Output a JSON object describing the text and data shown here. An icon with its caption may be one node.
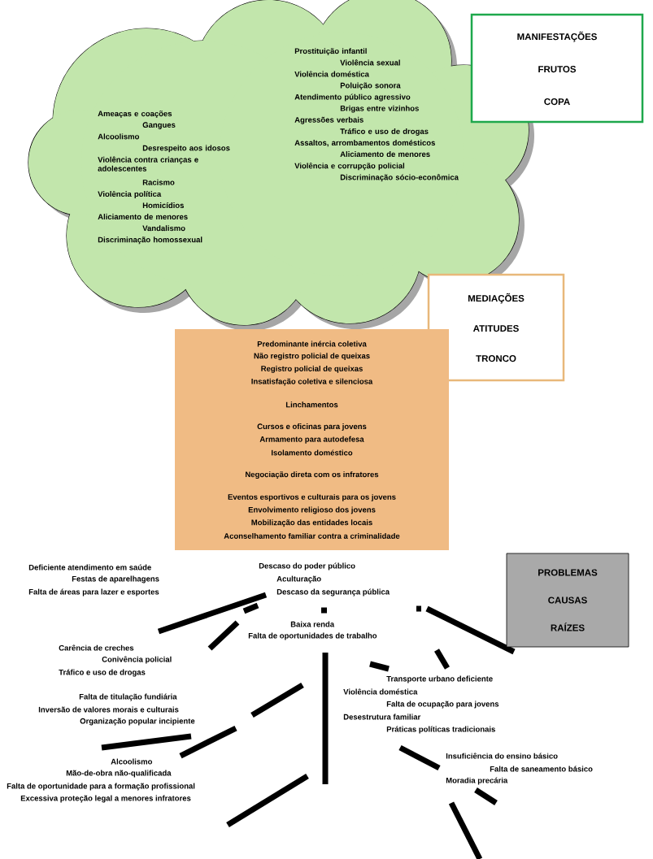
{
  "diagram": {
    "nodes": [
      {
        "text": [
          "Ameaças e coações",
          "Gangues",
          "Alcoolismo",
          "Desrespeito aos idosos",
          "Violência contra crianças e adolescentes",
          "Racismo",
          "Violência política",
          "Homicídios",
          "Aliciamento de menores",
          "Vandalismo",
          "Discriminação homossexual",
          "Prostituição infantil",
          "Violência sexual",
          "Violência doméstica",
          "Poluição sonora",
          "Atendimento público agressivo",
          "Brigas entre vizinhos",
          "Agressões verbais",
          "Tráfico e uso de drogas",
          "Assaltos, arrombamentos domésticos",
          "Aliciamento de menores",
          "Violência e corrupção policial",
          "Discriminação sócio-econômica"
        ]
      },
      {
        "text": [
          "MANIFESTAÇÕES",
          "FRUTOS",
          "COPA"
        ]
      },
      {
        "text": [
          "MEDIAÇÕES",
          "ATITUDES",
          "TRONCO"
        ]
      },
      {
        "text": [
          "Predominante inércia coletiva",
          "Não registro policial de queixas",
          "Registro policial de queixas",
          "Insatisfação coletiva e silenciosa",
          "Linchamentos",
          "Cursos e oficinas para jovens",
          "Armamento para autodefesa",
          "Isolamento doméstico",
          "Negociação direta com os infratores",
          "Eventos esportivos e culturais  para os jovens",
          "Envolvimento religioso dos jovens",
          "Mobilização das entidades locais",
          "Aconselhamento familiar contra a criminalidade"
        ]
      },
      {
        "text": [
          "PROBLEMAS",
          "CAUSAS",
          "RAÍZES"
        ]
      }
    ],
    "labels": [
      "Deficiente atendimento em saúde",
      "Descaso do poder público",
      "Festas de aparelhagens",
      "Aculturação",
      "Falta de áreas para lazer e esportes",
      "Descaso da segurança pública",
      "Baixa renda",
      "Falta de oportunidades de trabalho",
      "Carência de creches",
      "Conivência policial",
      "Tráfico e uso de drogas",
      "Transporte urbano deficiente",
      "Violência doméstica",
      "Falta de titulação fundiária",
      "Falta de ocupação para jovens",
      "Inversão de valores morais e culturais",
      "Desestrutura familiar",
      "Organização popular incipiente",
      "Práticas políticas tradicionais",
      "Insuficiência do ensino básico",
      "Alcoolismo",
      "Falta de saneamento básico",
      "Mão-de-obra não-qualificada",
      "Moradia precária",
      "Falta de oportunidade para a formação profissional",
      "Excessiva proteção legal a menores infratores"
    ]
  }
}
